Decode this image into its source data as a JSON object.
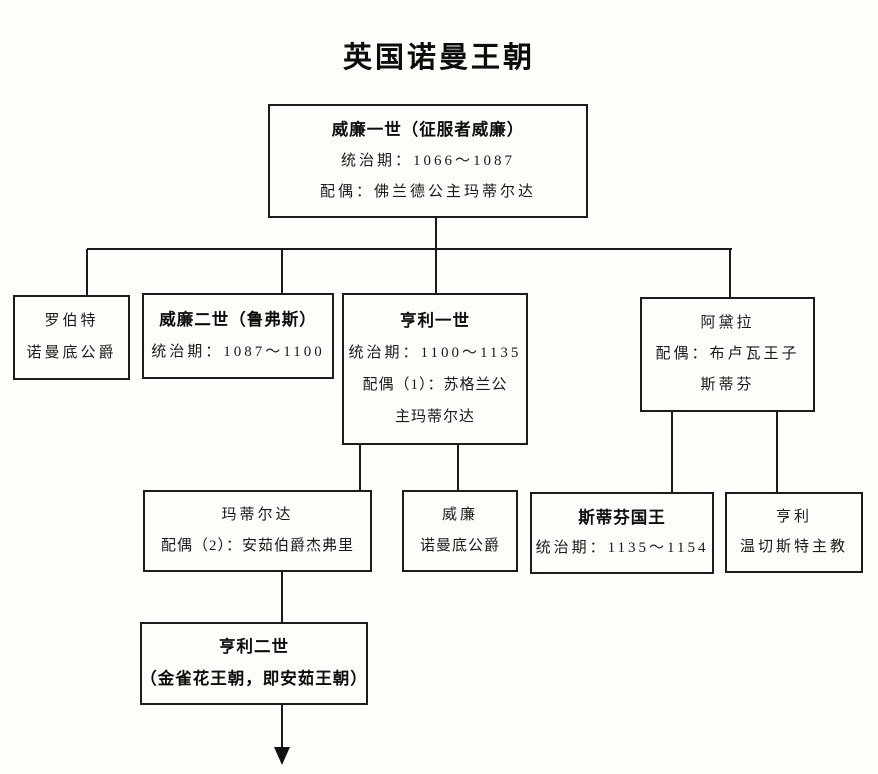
{
  "title": "英国诺曼王朝",
  "colors": {
    "ink": "#1a1a1a",
    "background": "#fdfdfa"
  },
  "nodes": {
    "william1": {
      "name": "威廉一世（征服者威廉）",
      "reign": "统治期：1066～1087",
      "spouse": "配偶：佛兰德公主玛蒂尔达"
    },
    "robert": {
      "name": "罗伯特",
      "title": "诺曼底公爵"
    },
    "william2": {
      "name": "威廉二世（鲁弗斯）",
      "reign": "统治期：1087～1100"
    },
    "henry1": {
      "name": "亨利一世",
      "reign": "统治期：1100～1135",
      "spouse_line1": "配偶（1）：苏格兰公",
      "spouse_line2": "主玛蒂尔达"
    },
    "adela": {
      "name": "阿黛拉",
      "spouse_line1": "配偶：布卢瓦王子",
      "spouse_line2": "斯蒂芬"
    },
    "matilda": {
      "name": "玛蒂尔达",
      "spouse": "配偶（2）：安茹伯爵杰弗里"
    },
    "william_duke": {
      "name": "威廉",
      "title": "诺曼底公爵"
    },
    "stephen": {
      "name": "斯蒂芬国王",
      "reign": "统治期：1135～1154"
    },
    "henry_bishop": {
      "name": "亨利",
      "title": "温切斯特主教"
    },
    "henry2": {
      "name": "亨利二世",
      "subtitle": "（金雀花王朝，即安茹王朝）"
    }
  }
}
